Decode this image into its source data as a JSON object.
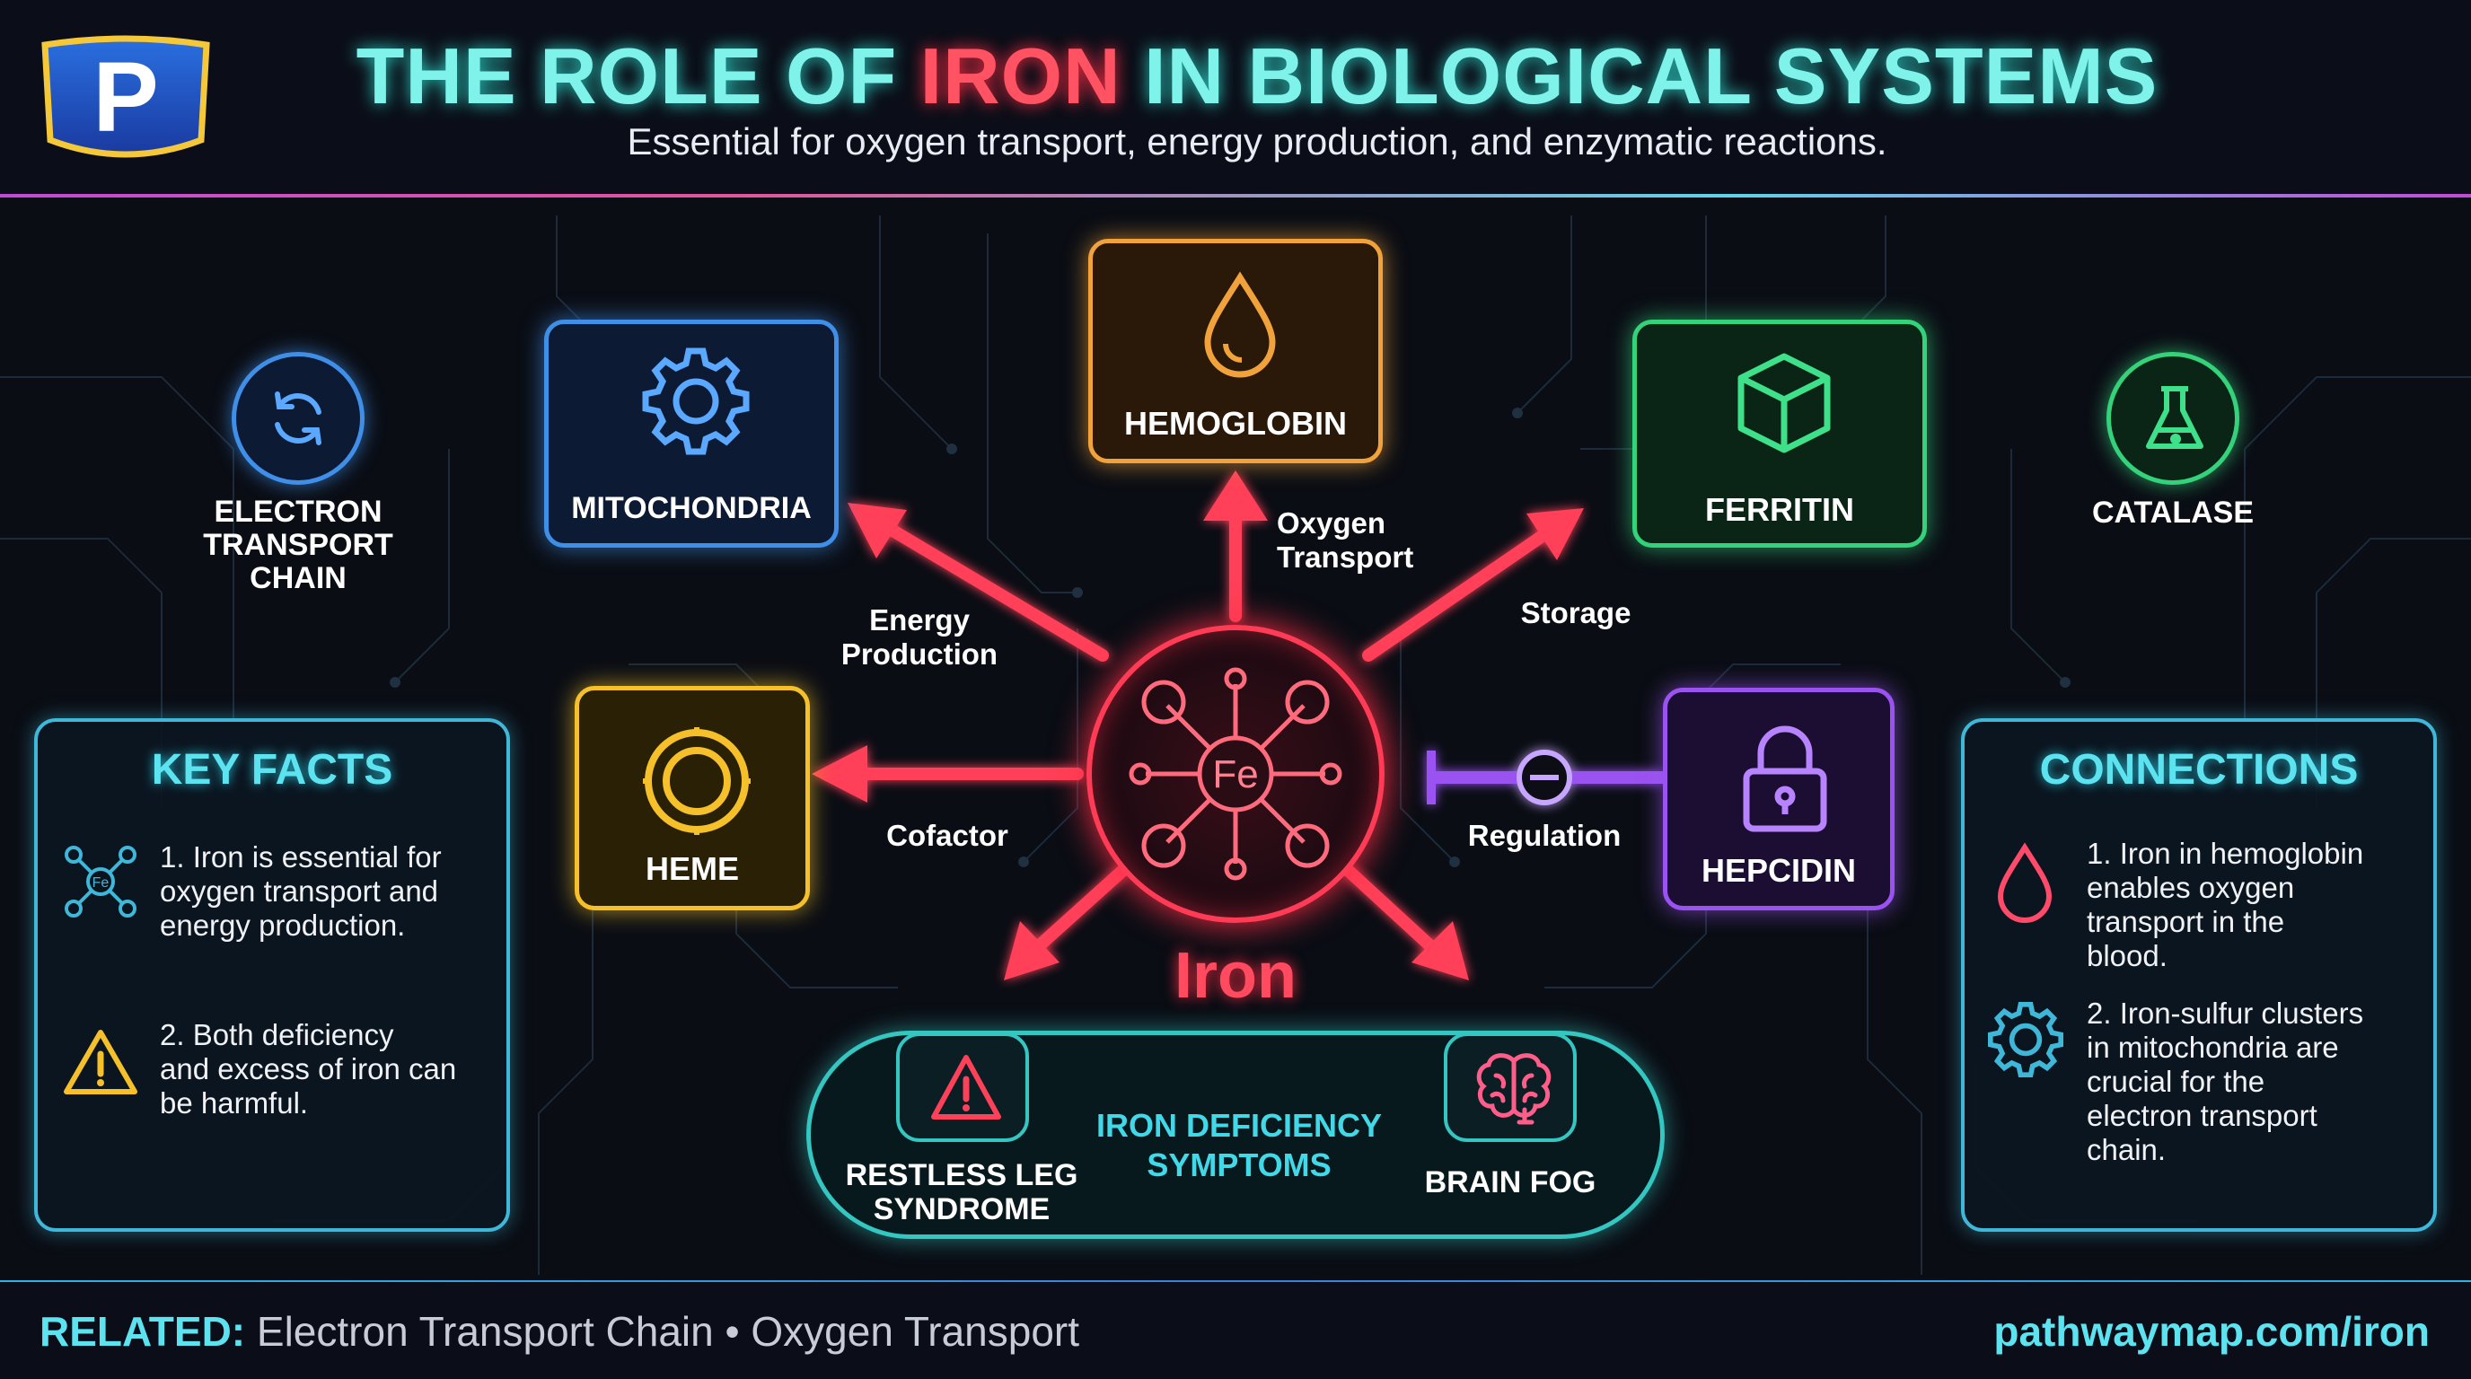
{
  "header": {
    "title_part1": "THE ROLE OF ",
    "title_part2": "IRON",
    "title_part3": " IN BIOLOGICAL SYSTEMS",
    "subtitle": "Essential for oxygen transport, energy production, and enzymatic reactions.",
    "logo_letter": "P"
  },
  "center": {
    "symbol": "Fe",
    "label": "Iron"
  },
  "nodes": {
    "hemoglobin": {
      "label": "HEMOGLOBIN",
      "icon": "drop-icon"
    },
    "mitochondria": {
      "label": "MITOCHONDRIA",
      "icon": "gear-icon"
    },
    "ferritin": {
      "label": "FERRITIN",
      "icon": "cube-icon"
    },
    "heme": {
      "label": "HEME",
      "icon": "ring-icon"
    },
    "hepcidin": {
      "label": "HEPCIDIN",
      "icon": "lock-icon"
    },
    "electron_transport": {
      "line1": "ELECTRON",
      "line2": "TRANSPORT",
      "line3": "CHAIN",
      "icon": "cycle-icon"
    },
    "catalase": {
      "label": "CATALASE",
      "icon": "flask-icon"
    }
  },
  "edges": {
    "oxygen_line1": "Oxygen",
    "oxygen_line2": "Transport",
    "energy_line1": "Energy",
    "energy_line2": "Production",
    "storage": "Storage",
    "cofactor": "Cofactor",
    "regulation": "Regulation"
  },
  "symptoms": {
    "title_line1": "IRON DEFICIENCY",
    "title_line2": "SYMPTOMS",
    "restless_line1": "RESTLESS LEG",
    "restless_line2": "SYNDROME",
    "brain_fog": "BRAIN FOG"
  },
  "key_facts": {
    "title": "KEY FACTS",
    "fact1": [
      "1. Iron is essential for",
      "oxygen transport and",
      "energy production."
    ],
    "fact2": [
      "2. Both deficiency",
      "and excess of iron can",
      "be harmful."
    ]
  },
  "connections": {
    "title": "CONNECTIONS",
    "item1": [
      "1. Iron in hemoglobin",
      "enables oxygen",
      "transport in the",
      "blood."
    ],
    "item2": [
      "2. Iron-sulfur clusters",
      "in mitochondria are",
      "crucial for the",
      "electron transport",
      "chain."
    ]
  },
  "footer": {
    "related_label": "RELATED:",
    "related_text": " Electron Transport Chain • Oxygen Transport",
    "url": "pathwaymap.com/iron"
  },
  "colors": {
    "iron": "#ff3b55",
    "hemoglobin": "#f2a23a",
    "mitochondria": "#3f8fe8",
    "ferritin": "#34d27a",
    "heme": "#f5c02a",
    "hepcidin": "#9a52f0",
    "panel": "#3fb7d8"
  }
}
